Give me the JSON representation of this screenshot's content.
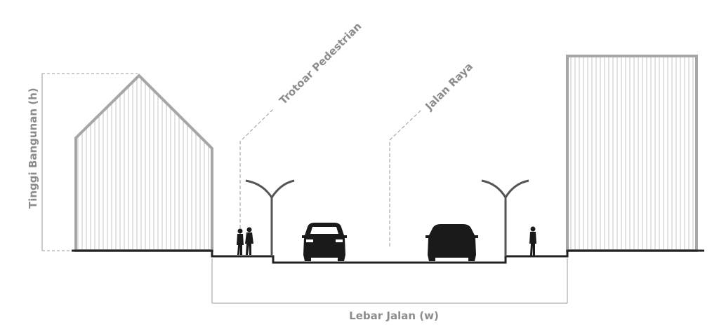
{
  "labels": {
    "building_height": "Tinggi Bangunan (h)",
    "sidewalk": "Trotoar Pedestrian",
    "road": "Jalan Raya",
    "street_width": "Lebar Jalan (w)"
  },
  "colors": {
    "building_outline": "#a6a6a6",
    "building_hatch": "#c4c4c4",
    "ground": "#222222",
    "dimension_line": "#9a9a9a",
    "label_text": "#8c8c8c",
    "street_lamp": "#555555",
    "silhouette": "#1a1a1a"
  }
}
